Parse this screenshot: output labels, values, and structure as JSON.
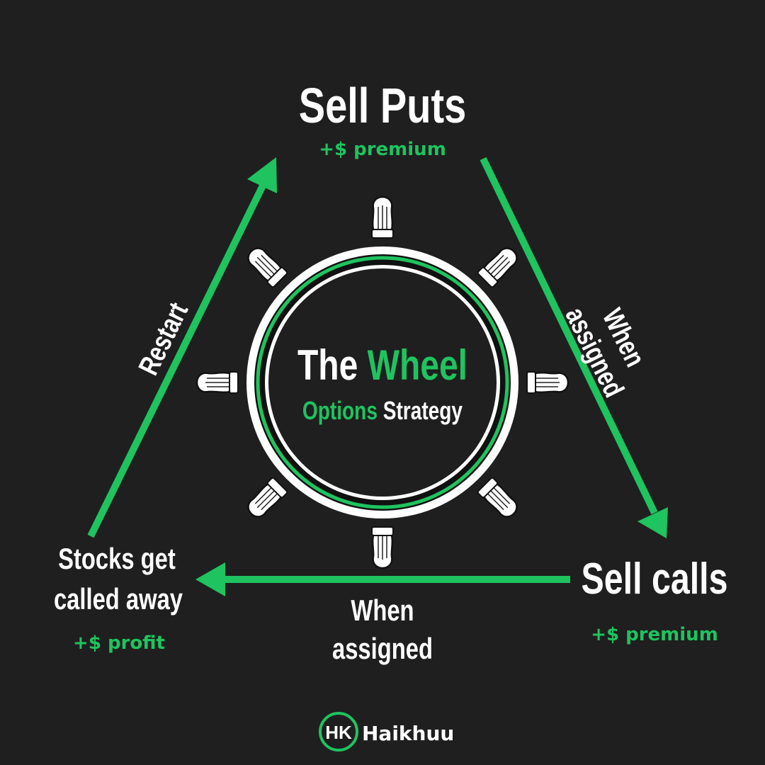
{
  "colors": {
    "background": "#1f1f1f",
    "accent_green": "#1fc35f",
    "text_white": "#ffffff"
  },
  "nodes": {
    "top": {
      "title": "Sell Puts",
      "subtitle": "+$ premium"
    },
    "right": {
      "title": "Sell calls",
      "subtitle": "+$ premium"
    },
    "left": {
      "title_line1": "Stocks get",
      "title_line2": "called away",
      "subtitle": "+$ profit"
    }
  },
  "edges": {
    "top_to_right": {
      "line1": "When",
      "line2": "assigned"
    },
    "right_to_left": {
      "line1": "When",
      "line2": "assigned"
    },
    "left_to_top": {
      "label": "Restart"
    }
  },
  "center": {
    "title_white": "The",
    "title_green": "Wheel",
    "subtitle_green": "Options",
    "subtitle_white": "Strategy"
  },
  "brand": {
    "logo_letters": "HK",
    "name": "Haikhuu"
  }
}
